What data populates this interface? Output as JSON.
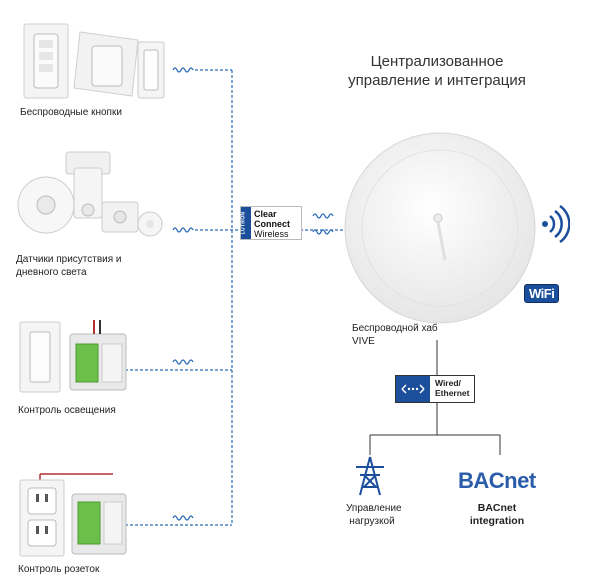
{
  "title_line1": "Централизованное",
  "title_line2": "управление и интеграция",
  "devices": [
    {
      "label_line1": "Беспроводные кнопки",
      "label_line2": ""
    },
    {
      "label_line1": "Датчики присутствия и",
      "label_line2": "дневного света"
    },
    {
      "label_line1": "Контроль освещения",
      "label_line2": ""
    },
    {
      "label_line1": "Контроль розеток",
      "label_line2": ""
    }
  ],
  "clear_connect": {
    "line1": "Clear",
    "line2": "Connect",
    "line3": "Wireless",
    "vendor": "LUTRON"
  },
  "hub": {
    "label_line1": "Беспроводной хаб",
    "label_line2": "VIVE"
  },
  "wifi_label": "WiFi",
  "wired": {
    "line1": "Wired/",
    "line2": "Ethernet"
  },
  "load": {
    "label_line1": "Управление",
    "label_line2": "нагрузкой"
  },
  "bacnet": {
    "logo": "BACnet",
    "label_line1": "BACnet",
    "label_line2": "integration"
  },
  "colors": {
    "accent": "#1b4f9c",
    "line": "#2d6bb8",
    "device_green": "#6cc04a"
  }
}
